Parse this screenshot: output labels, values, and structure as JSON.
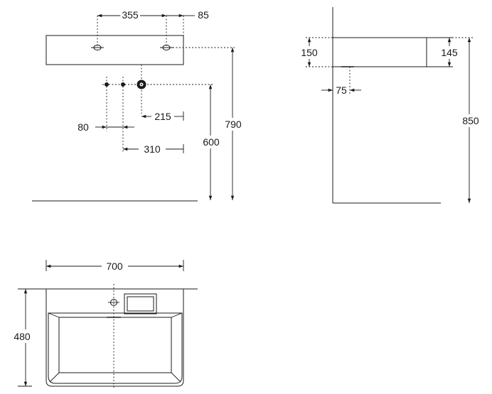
{
  "front_view": {
    "dim_355": "355",
    "dim_85": "85",
    "dim_790": "790",
    "dim_600": "600",
    "dim_215": "215",
    "dim_80": "80",
    "dim_310": "310"
  },
  "side_view": {
    "dim_150": "150",
    "dim_145": "145",
    "dim_75": "75",
    "dim_850": "850"
  },
  "top_view": {
    "dim_700": "700",
    "dim_480": "480"
  }
}
